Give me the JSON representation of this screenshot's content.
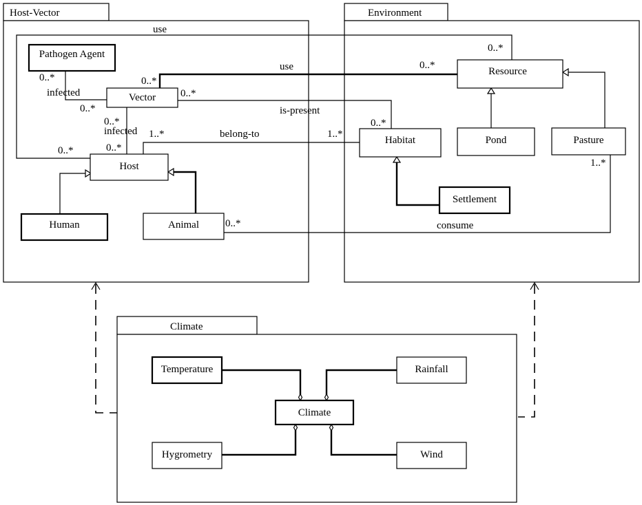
{
  "packages": {
    "host_vector": "Host-Vector",
    "environment": "Environment",
    "climate": "Climate"
  },
  "classes": {
    "pathogen_agent": "Pathogen Agent",
    "vector": "Vector",
    "host": "Host",
    "human": "Human",
    "animal": "Animal",
    "resource": "Resource",
    "habitat": "Habitat",
    "pond": "Pond",
    "pasture": "Pasture",
    "settlement": "Settlement",
    "temperature": "Temperature",
    "rainfall": "Rainfall",
    "climate": "Climate",
    "hygrometry": "Hygrometry",
    "wind": "Wind"
  },
  "associations": {
    "use_top": "use",
    "use_mid": "use",
    "infected_1": "infected",
    "infected_2": "infected",
    "is_present": "is-present",
    "belong_to": "belong-to",
    "consume": "consume"
  },
  "multiplicities": {
    "use_top_resource": "0..*",
    "use_top_host": "0..*",
    "vector_resource": "0..*",
    "resource_vector": "0..*",
    "pathogen_infected": "0..*",
    "vector_infected": "0..*",
    "vector_ispresent": "0..*",
    "habitat_ispresent": "0..*",
    "vector_host_top": "0..*",
    "host_vector_bottom": "0..*",
    "host_belong": "1..*",
    "habitat_belong": "1..*",
    "pasture_consume": "1..*",
    "animal_consume": "0..*"
  }
}
